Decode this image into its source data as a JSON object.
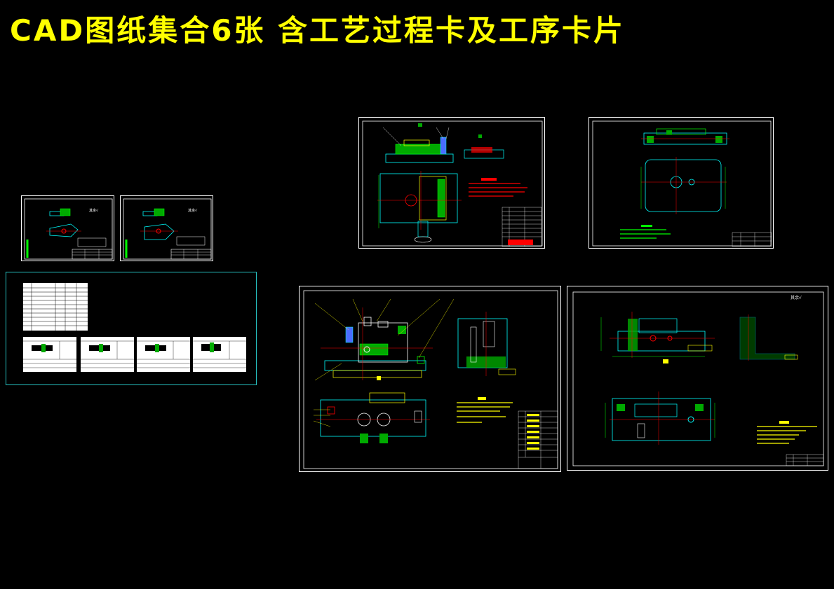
{
  "header": {
    "title": "CAD图纸集合6张  含工艺过程卡及工序卡片"
  },
  "colors": {
    "background": "#000000",
    "title": "#ffff00",
    "frame": "#ffffff",
    "group_frame": "#27c3c3",
    "cyan": "#00ffff",
    "red": "#ff0000",
    "green": "#00ff00",
    "yellow": "#ffff00",
    "blue": "#4a6cff"
  },
  "drawings": [
    {
      "name": "small-drawing-1",
      "type": "part"
    },
    {
      "name": "small-drawing-2",
      "type": "part"
    },
    {
      "name": "process-cards-group",
      "type": "process-cards"
    },
    {
      "name": "assembly-drawing-top-middle",
      "type": "assembly"
    },
    {
      "name": "part-drawing-top-right",
      "type": "part"
    },
    {
      "name": "assembly-drawing-bottom-middle",
      "type": "assembly"
    },
    {
      "name": "part-drawing-bottom-right",
      "type": "part"
    }
  ]
}
